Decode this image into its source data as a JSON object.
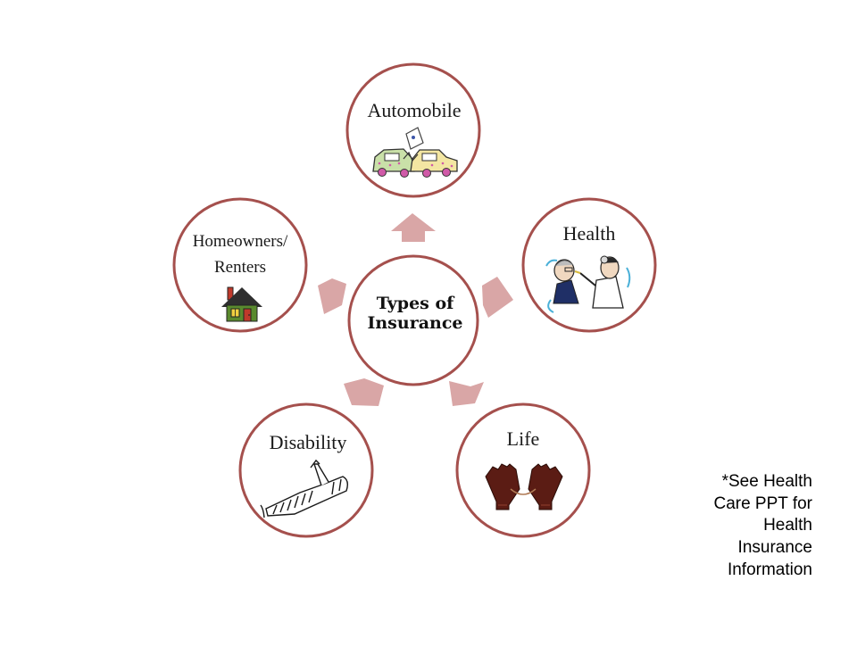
{
  "diagram": {
    "center": {
      "line1": "Types of",
      "line2": "Insurance"
    },
    "nodes": {
      "automobile": {
        "label": "Automobile"
      },
      "health": {
        "label": "Health"
      },
      "life": {
        "label": "Life"
      },
      "disability": {
        "label": "Disability"
      },
      "homeowners": {
        "line1": "Homeowners/",
        "line2": "Renters"
      }
    },
    "colors": {
      "circle_border": "#a5504d",
      "arrow_fill": "#d9a6a6",
      "house_wall": "#5a8a2e",
      "house_roof": "#2f2f2f",
      "gloves": "#5b1c14"
    }
  },
  "note": {
    "lines": [
      "*See Health",
      "Care PPT for",
      "Health",
      "Insurance",
      "Information"
    ]
  }
}
